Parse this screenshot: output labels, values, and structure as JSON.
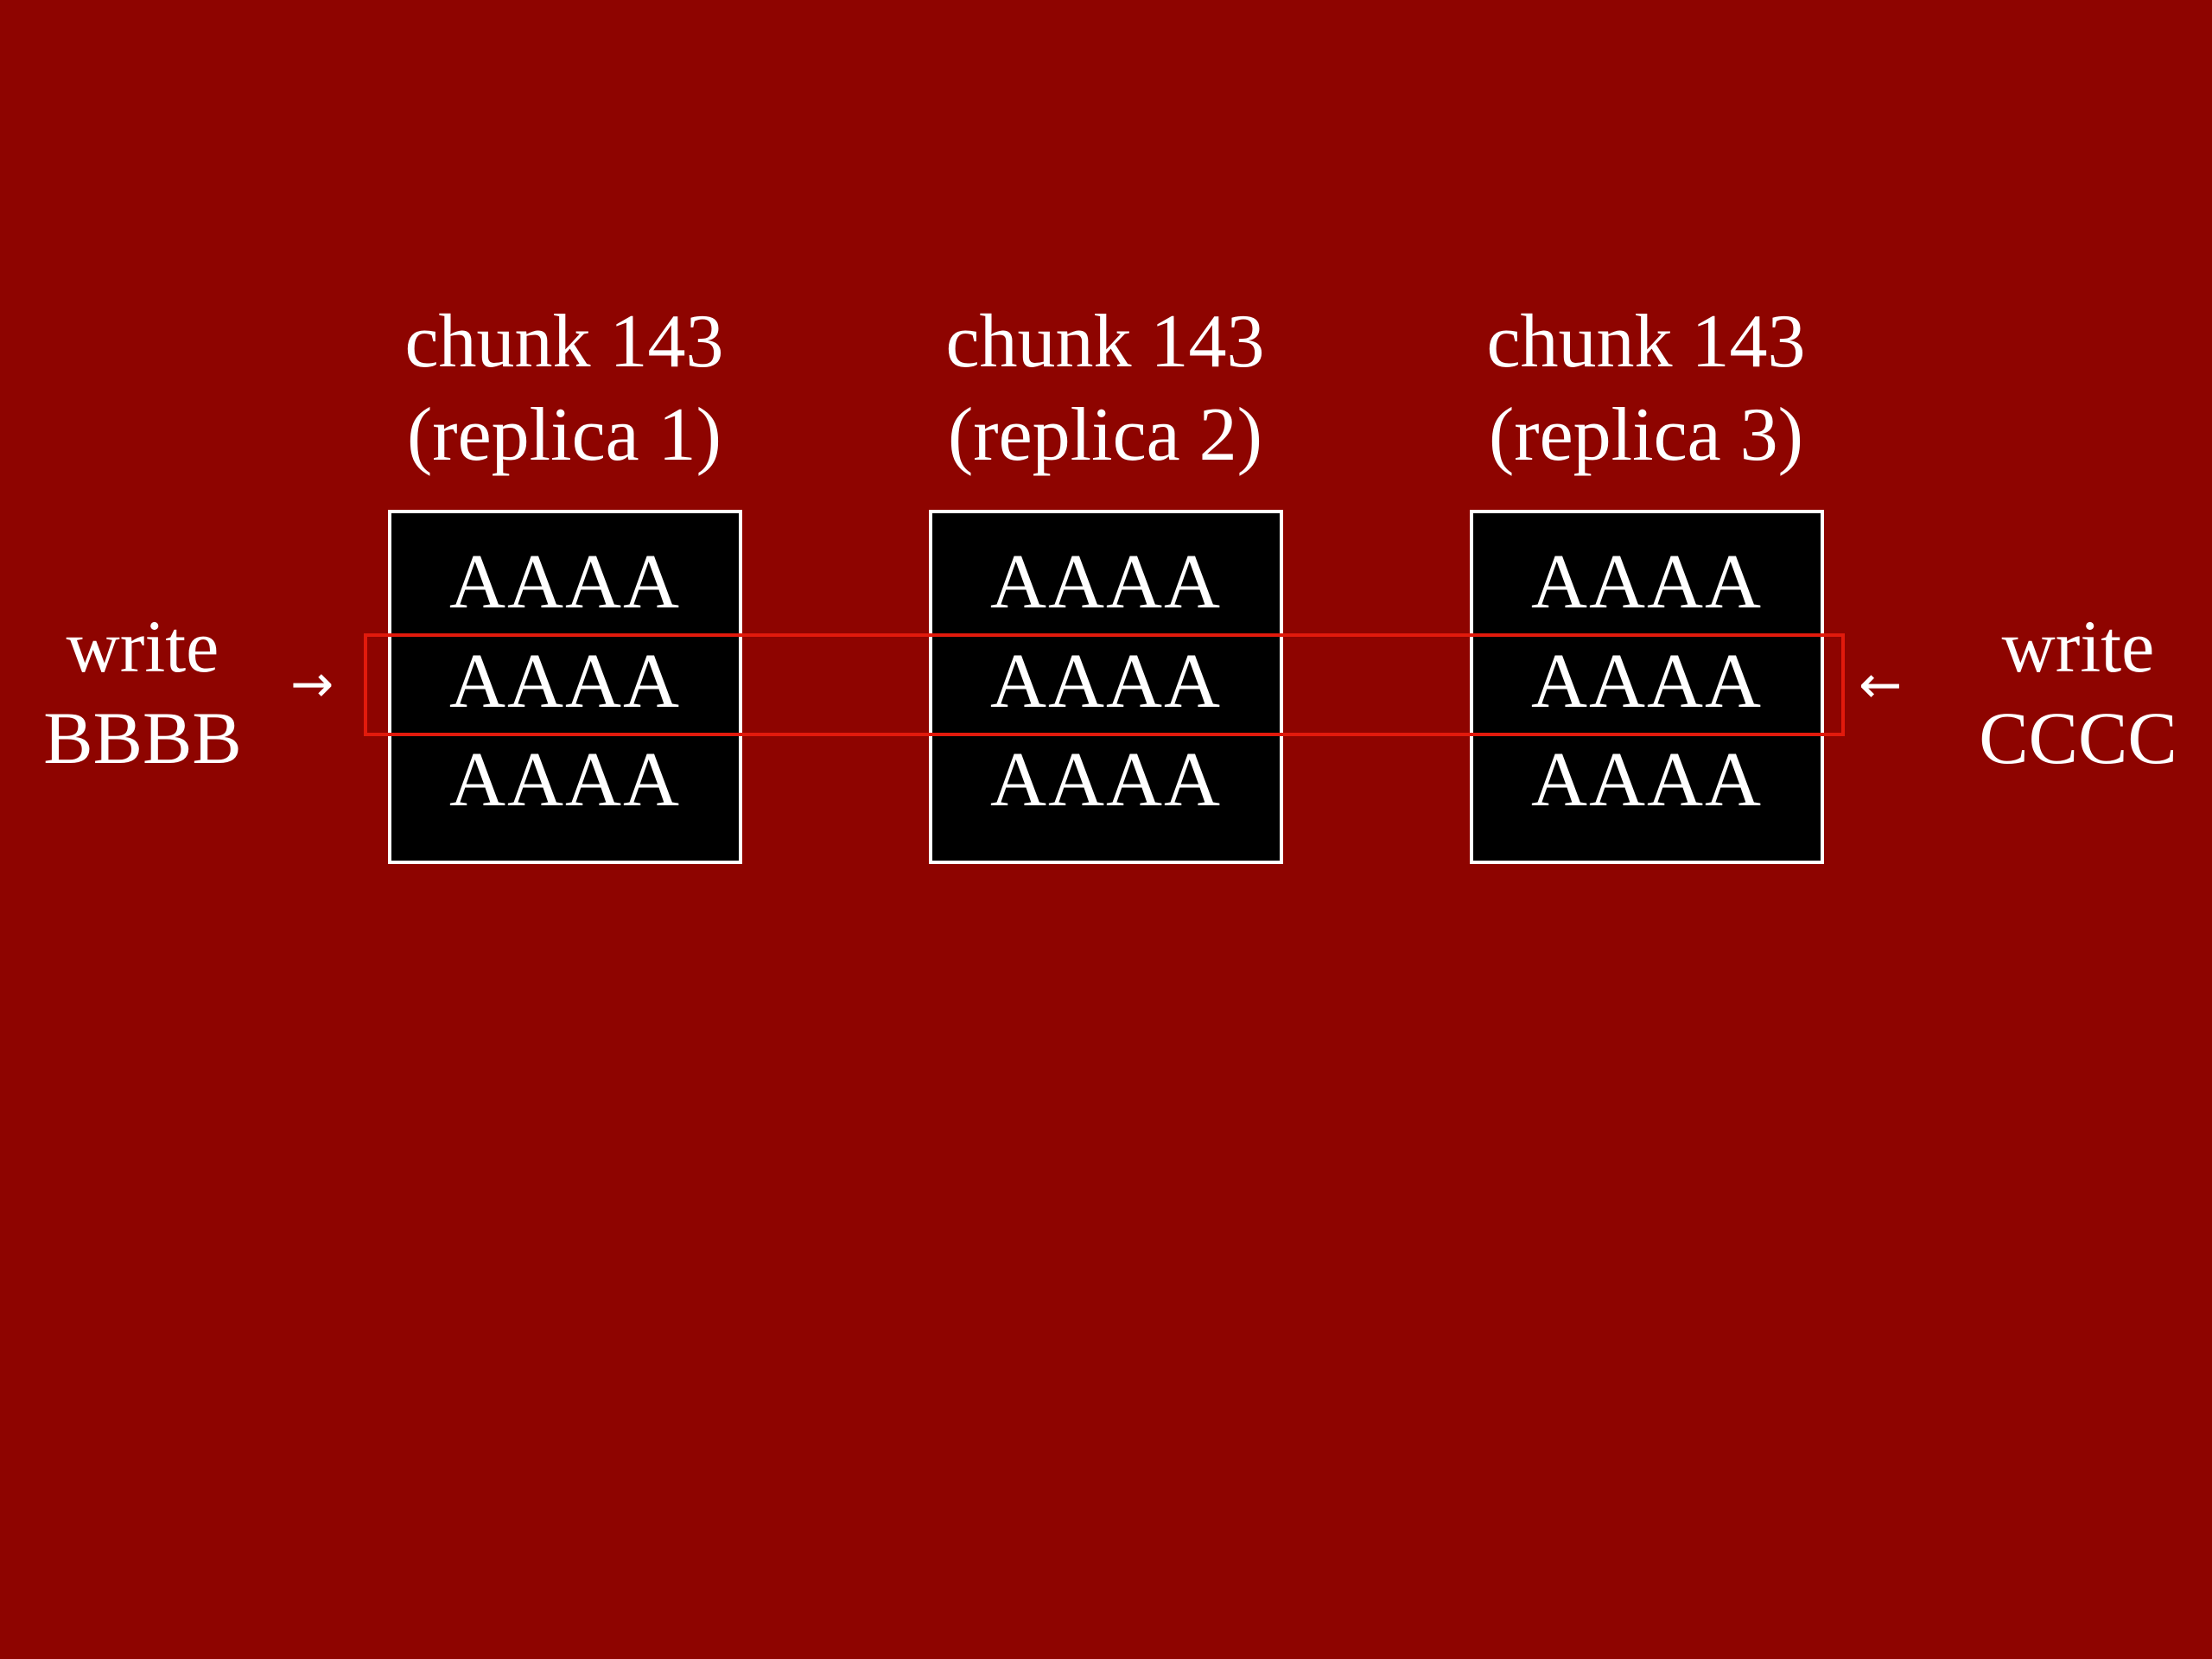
{
  "colors": {
    "background": "#8e0400",
    "chunk_fill": "#000000",
    "chunk_border": "#ffffff",
    "text": "#ffffff",
    "highlight": "#e11a0c"
  },
  "replicas": [
    {
      "title_line1": "chunk 143",
      "title_line2": "(replica 1)",
      "rows": [
        "AAAA",
        "AAAA",
        "AAAA"
      ]
    },
    {
      "title_line1": "chunk 143",
      "title_line2": "(replica 2)",
      "rows": [
        "AAAA",
        "AAAA",
        "AAAA"
      ]
    },
    {
      "title_line1": "chunk 143",
      "title_line2": "(replica 3)",
      "rows": [
        "AAAA",
        "AAAA",
        "AAAA"
      ]
    }
  ],
  "left_write": {
    "line1": "write",
    "line2": "BBBB",
    "arrow": "→"
  },
  "right_write": {
    "line1": "write",
    "line2": "CCCC",
    "arrow": "←"
  }
}
